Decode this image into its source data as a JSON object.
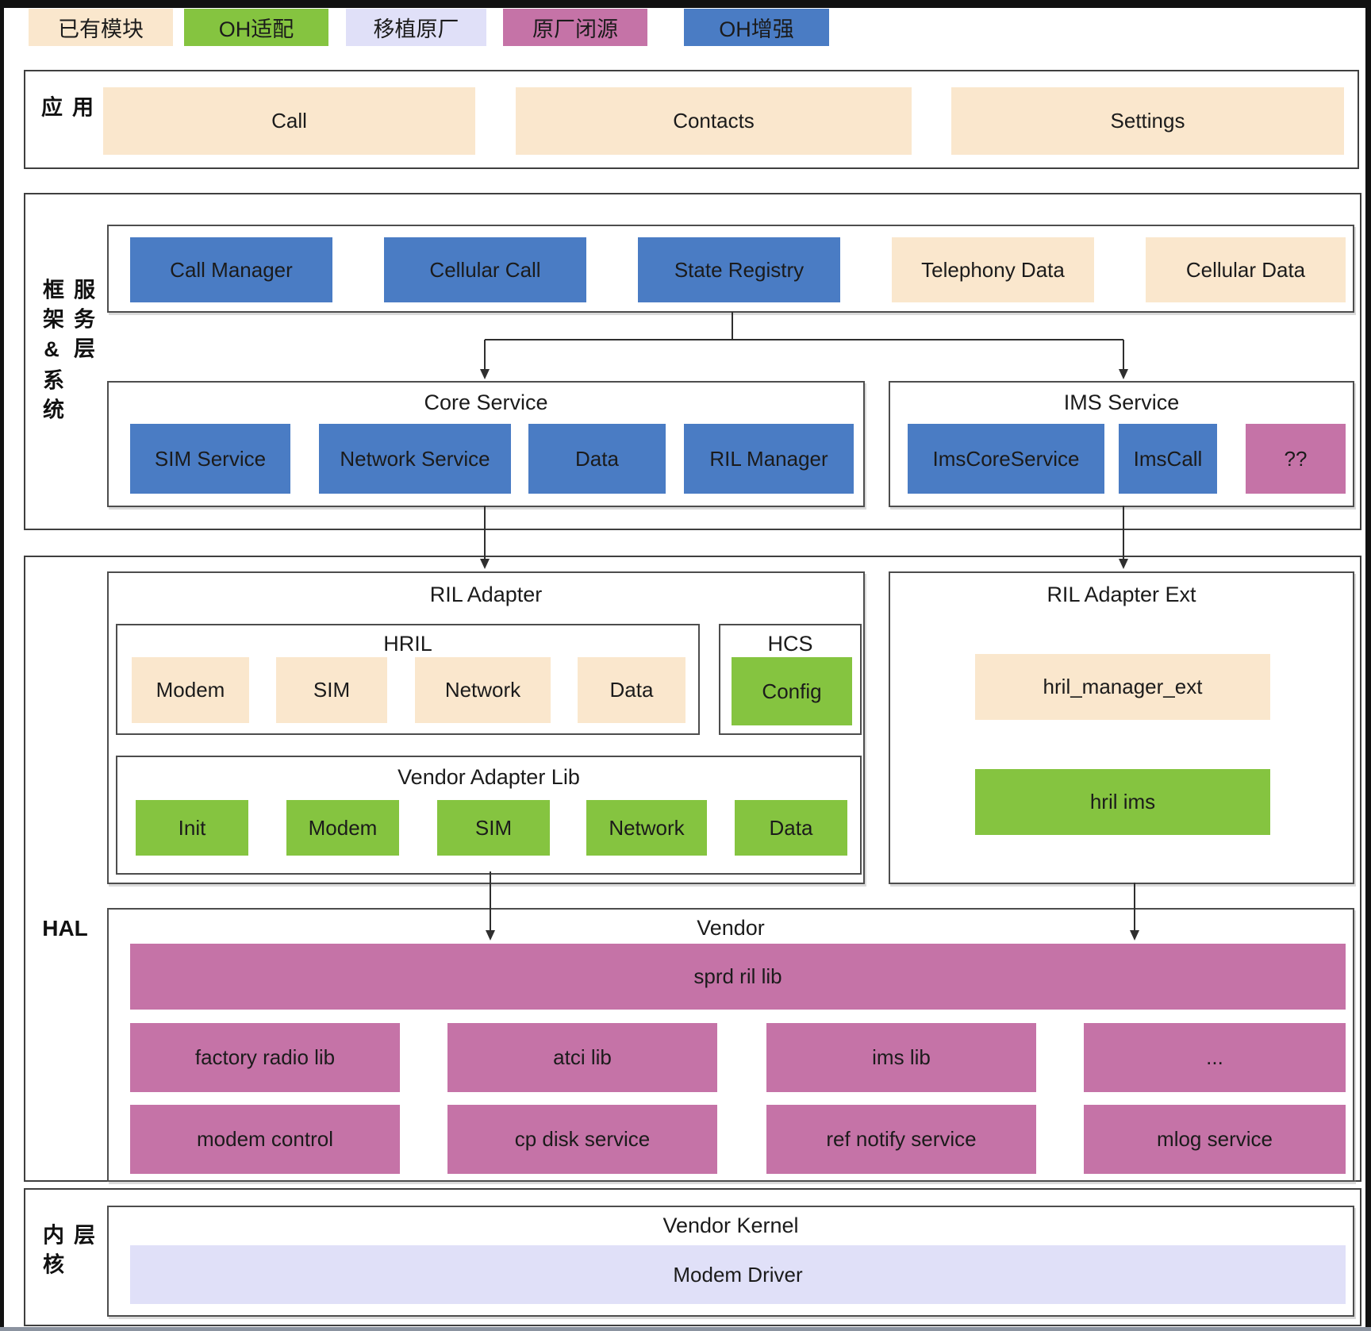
{
  "legend": {
    "items": [
      {
        "label": "已有模块",
        "color": "#FAE7CD"
      },
      {
        "label": "OH适配",
        "color": "#85C440"
      },
      {
        "label": "移植原厂",
        "color": "#E0E0F8"
      },
      {
        "label": "原厂闭源",
        "color": "#C573A7"
      },
      {
        "label": "OH增强",
        "color": "#4A7CC4"
      }
    ]
  },
  "app_layer": {
    "label": "应用层",
    "items": [
      {
        "label": "Call"
      },
      {
        "label": "Contacts"
      },
      {
        "label": "Settings"
      }
    ]
  },
  "framework_layer": {
    "label": "框架&系统服务层",
    "top_row": [
      {
        "label": "Call Manager",
        "type": "blue"
      },
      {
        "label": "Cellular Call",
        "type": "blue"
      },
      {
        "label": "State Registry",
        "type": "blue"
      },
      {
        "label": "Telephony Data",
        "type": "beige"
      },
      {
        "label": "Cellular Data",
        "type": "beige"
      }
    ],
    "core_service": {
      "title": "Core Service",
      "items": [
        {
          "label": "SIM Service",
          "type": "blue"
        },
        {
          "label": "Network Service",
          "type": "blue"
        },
        {
          "label": "Data",
          "type": "blue"
        },
        {
          "label": "RIL Manager",
          "type": "blue"
        }
      ]
    },
    "ims_service": {
      "title": "IMS Service",
      "items": [
        {
          "label": "ImsCoreService",
          "type": "blue"
        },
        {
          "label": "ImsCall",
          "type": "blue"
        },
        {
          "label": "??",
          "type": "pink"
        }
      ]
    }
  },
  "hal_layer": {
    "label": "HAL",
    "ril_adapter": {
      "title": "RIL Adapter",
      "hril": {
        "title": "HRIL",
        "items": [
          {
            "label": "Modem",
            "type": "beige"
          },
          {
            "label": "SIM",
            "type": "beige"
          },
          {
            "label": "Network",
            "type": "beige"
          },
          {
            "label": "Data",
            "type": "beige"
          }
        ]
      },
      "hcs": {
        "title": "HCS",
        "items": [
          {
            "label": "Config",
            "type": "green"
          }
        ]
      },
      "vendor_adapter_lib": {
        "title": "Vendor Adapter Lib",
        "items": [
          {
            "label": "Init",
            "type": "green"
          },
          {
            "label": "Modem",
            "type": "green"
          },
          {
            "label": "SIM",
            "type": "green"
          },
          {
            "label": "Network",
            "type": "green"
          },
          {
            "label": "Data",
            "type": "green"
          }
        ]
      }
    },
    "ril_adapter_ext": {
      "title": "RIL Adapter Ext",
      "items": [
        {
          "label": "hril_manager_ext",
          "type": "beige"
        },
        {
          "label": "hril ims",
          "type": "green"
        }
      ]
    },
    "vendor": {
      "title": "Vendor",
      "banner": {
        "label": "sprd ril lib",
        "type": "pink"
      },
      "row1": [
        {
          "label": "factory radio lib",
          "type": "pink"
        },
        {
          "label": "atci lib",
          "type": "pink"
        },
        {
          "label": "ims lib",
          "type": "pink"
        },
        {
          "label": "...",
          "type": "pink"
        }
      ],
      "row2": [
        {
          "label": "modem control",
          "type": "pink"
        },
        {
          "label": "cp disk service",
          "type": "pink"
        },
        {
          "label": "ref notify service",
          "type": "pink"
        },
        {
          "label": "mlog service",
          "type": "pink"
        }
      ]
    }
  },
  "kernel_layer": {
    "label": "内核层",
    "vendor_kernel": {
      "title": "Vendor Kernel",
      "items": [
        {
          "label": "Modem Driver",
          "type": "lav"
        }
      ]
    }
  }
}
